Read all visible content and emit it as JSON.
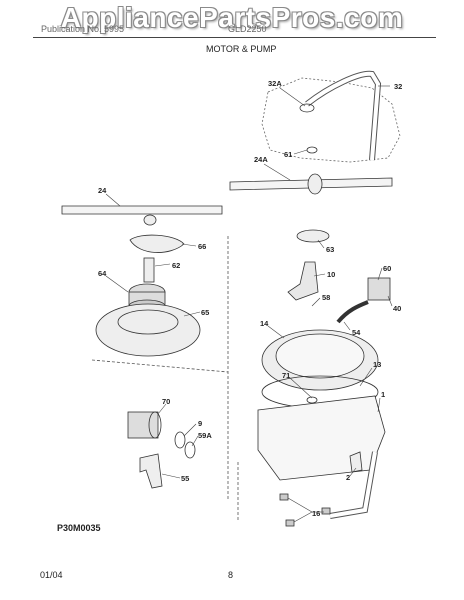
{
  "watermark": "AppliancePartsPros.com",
  "header": {
    "left": "Publication No. 5995",
    "right": "GLD2250",
    "title": "MOTOR & PUMP"
  },
  "diagram_code": "P30M0035",
  "footer": {
    "date": "01/04",
    "page": "8"
  },
  "callouts": {
    "c32a": "32A",
    "c32": "32",
    "c61": "61",
    "c24a": "24A",
    "c24": "24",
    "c66": "66",
    "c63": "63",
    "c62": "62",
    "c64": "64",
    "c10": "10",
    "c60": "60",
    "c58": "58",
    "c65": "65",
    "c40": "40",
    "c14": "14",
    "c54": "54",
    "c13": "13",
    "c71": "71",
    "c1": "1",
    "c70": "70",
    "c9": "9",
    "c59a": "59A",
    "c55": "55",
    "c2": "2",
    "c16": "16"
  }
}
